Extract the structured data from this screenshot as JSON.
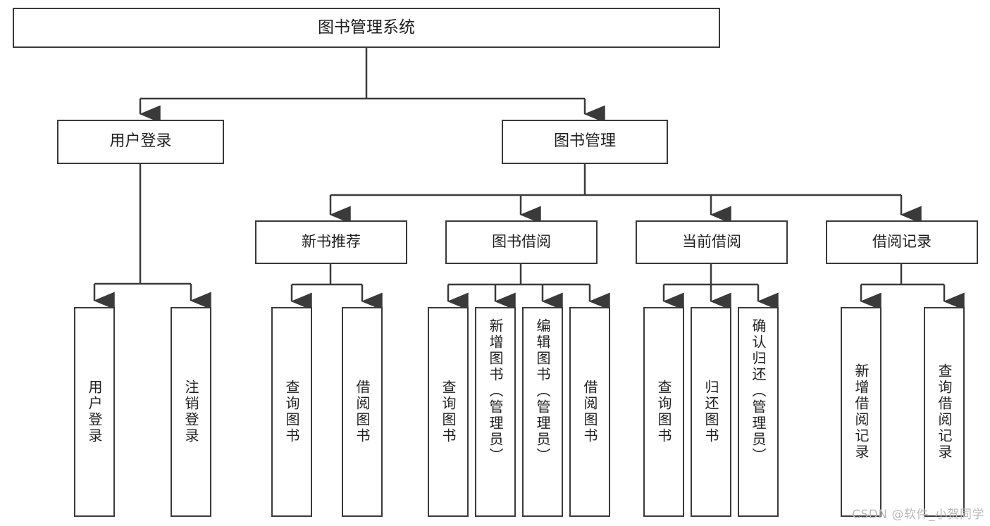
{
  "diagram": {
    "title": "图书管理系统",
    "type": "tree-hierarchy-chart",
    "stroke_color": "#3a3a3a",
    "background_color": "#ffffff",
    "text_color": "#1f1f1f"
  },
  "root": {
    "label": "图书管理系统"
  },
  "level2": [
    {
      "label": "用户登录"
    },
    {
      "label": "图书管理"
    }
  ],
  "level3": [
    {
      "label": "新书推荐"
    },
    {
      "label": "图书借阅"
    },
    {
      "label": "当前借阅"
    },
    {
      "label": "借阅记录"
    }
  ],
  "leaves": {
    "user_login": [
      {
        "label": "用户登录"
      },
      {
        "label": "注销登录"
      }
    ],
    "new_book_recommend": [
      {
        "label": "查询图书"
      },
      {
        "label": "借阅图书"
      }
    ],
    "book_borrow": [
      {
        "label": "查询图书"
      },
      {
        "label": "新增图书（管理员）"
      },
      {
        "label": "编辑图书（管理员）"
      },
      {
        "label": "借阅图书"
      }
    ],
    "current_borrow": [
      {
        "label": "查询图书"
      },
      {
        "label": "归还图书"
      },
      {
        "label": "确认归还（管理员）"
      }
    ],
    "borrow_record": [
      {
        "label": "新增借阅记录"
      },
      {
        "label": "查询借阅记录"
      }
    ]
  },
  "watermark": {
    "text": "CSDN @软件_小贺同学"
  }
}
